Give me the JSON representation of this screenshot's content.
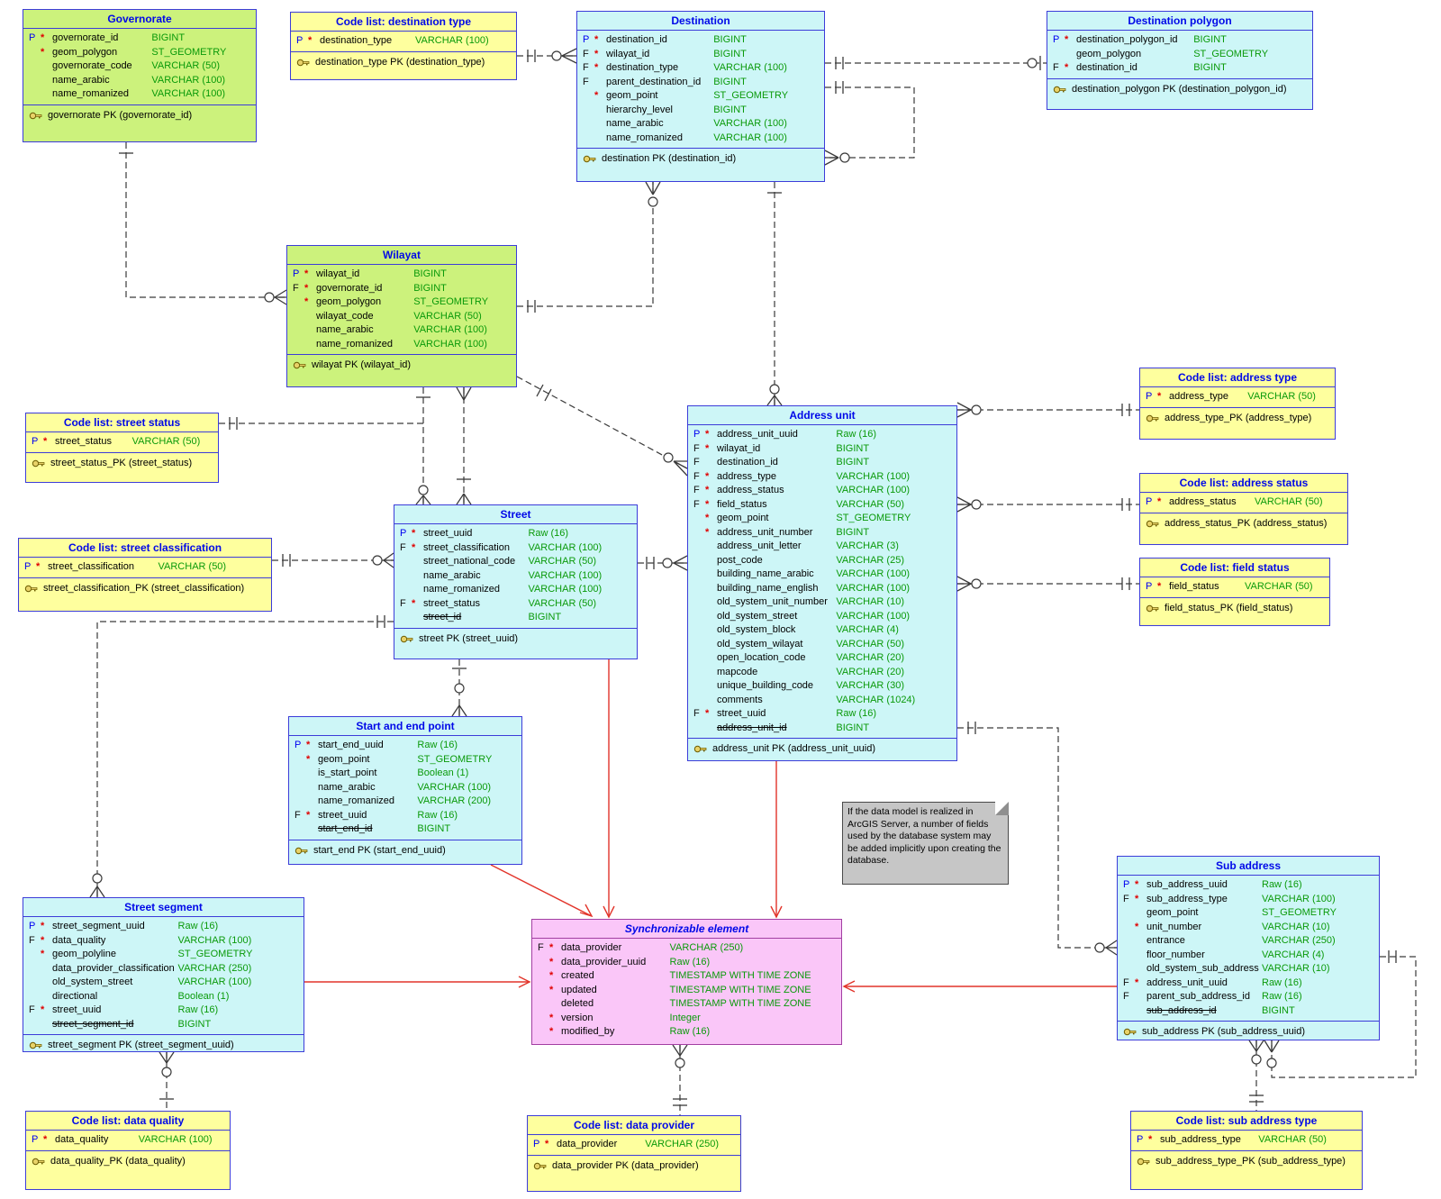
{
  "note": {
    "text": "If the data model is realized in ArcGIS Server, a number of fields used by the database system may be added implicitly upon creating the database."
  },
  "colors": {
    "entity_admin_green": "#ccf27c",
    "entity_address_cyan": "#cdf6f7",
    "code_list_yellow": "#feff9e",
    "abstract_pink": "#fac6f8",
    "border_blue": "#3c3cd9",
    "generalization_red": "#e2342a"
  },
  "tables": {
    "governorate": {
      "title": "Governorate",
      "color": "green",
      "columns": [
        [
          "P",
          "*",
          "governorate_id",
          "BIGINT",
          0
        ],
        [
          "",
          "*",
          "geom_polygon",
          "ST_GEOMETRY",
          0
        ],
        [
          "",
          "",
          "governorate_code",
          "VARCHAR (50)",
          0
        ],
        [
          "",
          "",
          "name_arabic",
          "VARCHAR (100)",
          0
        ],
        [
          "",
          "",
          "name_romanized",
          "VARCHAR (100)",
          0
        ]
      ],
      "pk": "governorate PK (governorate_id)"
    },
    "cl_destination_type": {
      "title": "Code list: destination type",
      "color": "yellow",
      "columns": [
        [
          "P",
          "*",
          "destination_type",
          "VARCHAR (100)",
          0
        ]
      ],
      "pk": "destination_type PK (destination_type)"
    },
    "destination": {
      "title": "Destination",
      "color": "cyan",
      "columns": [
        [
          "P",
          "*",
          "destination_id",
          "BIGINT",
          0
        ],
        [
          "F",
          "*",
          "wilayat_id",
          "BIGINT",
          0
        ],
        [
          "F",
          "*",
          "destination_type",
          "VARCHAR (100)",
          0
        ],
        [
          "F",
          "",
          "parent_destination_id",
          "BIGINT",
          0
        ],
        [
          "",
          "*",
          "geom_point",
          "ST_GEOMETRY",
          0
        ],
        [
          "",
          "",
          "hierarchy_level",
          "BIGINT",
          0
        ],
        [
          "",
          "",
          "name_arabic",
          "VARCHAR (100)",
          0
        ],
        [
          "",
          "",
          "name_romanized",
          "VARCHAR (100)",
          0
        ]
      ],
      "pk": "destination PK (destination_id)"
    },
    "destination_polygon": {
      "title": "Destination polygon",
      "color": "cyan",
      "columns": [
        [
          "P",
          "*",
          "destination_polygon_id",
          "BIGINT",
          0
        ],
        [
          "",
          "",
          "geom_polygon",
          "ST_GEOMETRY",
          0
        ],
        [
          "F",
          "*",
          "destination_id",
          "BIGINT",
          0
        ]
      ],
      "pk": "destination_polygon PK (destination_polygon_id)"
    },
    "wilayat": {
      "title": "Wilayat",
      "color": "green",
      "columns": [
        [
          "P",
          "*",
          "wilayat_id",
          "BIGINT",
          0
        ],
        [
          "F",
          "*",
          "governorate_id",
          "BIGINT",
          0
        ],
        [
          "",
          "*",
          "geom_polygon",
          "ST_GEOMETRY",
          0
        ],
        [
          "",
          "",
          "wilayat_code",
          "VARCHAR (50)",
          0
        ],
        [
          "",
          "",
          "name_arabic",
          "VARCHAR (100)",
          0
        ],
        [
          "",
          "",
          "name_romanized",
          "VARCHAR (100)",
          0
        ]
      ],
      "pk": "wilayat PK (wilayat_id)"
    },
    "cl_street_status": {
      "title": "Code list: street status",
      "color": "yellow",
      "columns": [
        [
          "P",
          "*",
          "street_status",
          "VARCHAR (50)",
          0
        ]
      ],
      "pk": "street_status_PK (street_status)"
    },
    "cl_street_classification": {
      "title": "Code list: street classification",
      "color": "yellow",
      "columns": [
        [
          "P",
          "*",
          "street_classification",
          "VARCHAR (50)",
          0
        ]
      ],
      "pk": "street_classification_PK (street_classification)"
    },
    "street": {
      "title": "Street",
      "color": "cyan",
      "columns": [
        [
          "P",
          "*",
          "street_uuid",
          "Raw (16)",
          0
        ],
        [
          "F",
          "*",
          "street_classification",
          "VARCHAR (100)",
          0
        ],
        [
          "",
          "",
          "street_national_code",
          "VARCHAR (50)",
          0
        ],
        [
          "",
          "",
          "name_arabic",
          "VARCHAR (100)",
          0
        ],
        [
          "",
          "",
          "name_romanized",
          "VARCHAR (100)",
          0
        ],
        [
          "F",
          "*",
          "street_status",
          "VARCHAR (50)",
          0
        ],
        [
          "",
          "",
          "street_id",
          "BIGINT",
          1
        ]
      ],
      "pk": "street PK (street_uuid)"
    },
    "address_unit": {
      "title": "Address unit",
      "color": "cyan",
      "columns": [
        [
          "P",
          "*",
          "address_unit_uuid",
          "Raw (16)",
          0
        ],
        [
          "F",
          "*",
          "wilayat_id",
          "BIGINT",
          0
        ],
        [
          "F",
          "",
          "destination_id",
          "BIGINT",
          0
        ],
        [
          "F",
          "*",
          "address_type",
          "VARCHAR (100)",
          0
        ],
        [
          "F",
          "*",
          "address_status",
          "VARCHAR (100)",
          0
        ],
        [
          "F",
          "*",
          "field_status",
          "VARCHAR (50)",
          0
        ],
        [
          "",
          "*",
          "geom_point",
          "ST_GEOMETRY",
          0
        ],
        [
          "",
          "*",
          "address_unit_number",
          "BIGINT",
          0
        ],
        [
          "",
          "",
          "address_unit_letter",
          "VARCHAR (3)",
          0
        ],
        [
          "",
          "",
          "post_code",
          "VARCHAR (25)",
          0
        ],
        [
          "",
          "",
          "building_name_arabic",
          "VARCHAR (100)",
          0
        ],
        [
          "",
          "",
          "building_name_english",
          "VARCHAR (100)",
          0
        ],
        [
          "",
          "",
          "old_system_unit_number",
          "VARCHAR (10)",
          0
        ],
        [
          "",
          "",
          "old_system_street",
          "VARCHAR (100)",
          0
        ],
        [
          "",
          "",
          "old_system_block",
          "VARCHAR (4)",
          0
        ],
        [
          "",
          "",
          "old_system_wilayat",
          "VARCHAR (50)",
          0
        ],
        [
          "",
          "",
          "open_location_code",
          "VARCHAR (20)",
          0
        ],
        [
          "",
          "",
          "mapcode",
          "VARCHAR (20)",
          0
        ],
        [
          "",
          "",
          "unique_building_code",
          "VARCHAR (30)",
          0
        ],
        [
          "",
          "",
          "comments",
          "VARCHAR (1024)",
          0
        ],
        [
          "F",
          "*",
          "street_uuid",
          "Raw (16)",
          0
        ],
        [
          "",
          "",
          "address_unit_id",
          "BIGINT",
          1
        ]
      ],
      "pk": "address_unit PK (address_unit_uuid)"
    },
    "cl_address_type": {
      "title": "Code list: address type",
      "color": "yellow",
      "columns": [
        [
          "P",
          "*",
          "address_type",
          "VARCHAR (50)",
          0
        ]
      ],
      "pk": "address_type_PK (address_type)"
    },
    "cl_address_status": {
      "title": "Code list: address status",
      "color": "yellow",
      "columns": [
        [
          "P",
          "*",
          "address_status",
          "VARCHAR (50)",
          0
        ]
      ],
      "pk": "address_status_PK (address_status)"
    },
    "cl_field_status": {
      "title": "Code list: field status",
      "color": "yellow",
      "columns": [
        [
          "P",
          "*",
          "field_status",
          "VARCHAR (50)",
          0
        ]
      ],
      "pk": "field_status_PK (field_status)"
    },
    "start_end_point": {
      "title": "Start and end point",
      "color": "cyan",
      "columns": [
        [
          "P",
          "*",
          "start_end_uuid",
          "Raw (16)",
          0
        ],
        [
          "",
          "*",
          "geom_point",
          "ST_GEOMETRY",
          0
        ],
        [
          "",
          "",
          "is_start_point",
          "Boolean (1)",
          0
        ],
        [
          "",
          "",
          "name_arabic",
          "VARCHAR (100)",
          0
        ],
        [
          "",
          "",
          "name_romanized",
          "VARCHAR (200)",
          0
        ],
        [
          "F",
          "*",
          "street_uuid",
          "Raw (16)",
          0
        ],
        [
          "",
          "",
          "start_end_id",
          "BIGINT",
          1
        ]
      ],
      "pk": "start_end PK (start_end_uuid)"
    },
    "street_segment": {
      "title": "Street segment",
      "color": "cyan",
      "columns": [
        [
          "P",
          "*",
          "street_segment_uuid",
          "Raw (16)",
          0
        ],
        [
          "F",
          "*",
          "data_quality",
          "VARCHAR (100)",
          0
        ],
        [
          "",
          "*",
          "geom_polyline",
          "ST_GEOMETRY",
          0
        ],
        [
          "",
          "",
          "data_provider_classification",
          "VARCHAR (250)",
          0
        ],
        [
          "",
          "",
          "old_system_street",
          "VARCHAR (100)",
          0
        ],
        [
          "",
          "",
          "directional",
          "Boolean (1)",
          0
        ],
        [
          "F",
          "*",
          "street_uuid",
          "Raw (16)",
          0
        ],
        [
          "",
          "",
          "street_segment_id",
          "BIGINT",
          1
        ]
      ],
      "pk": "street_segment PK (street_segment_uuid)"
    },
    "sync_element": {
      "title": "Synchronizable element",
      "color": "pink",
      "columns": [
        [
          "F",
          "*",
          "data_provider",
          "VARCHAR (250)",
          0
        ],
        [
          "",
          "*",
          "data_provider_uuid",
          "Raw (16)",
          0
        ],
        [
          "",
          "*",
          "created",
          "TIMESTAMP WITH TIME ZONE",
          0
        ],
        [
          "",
          "*",
          "updated",
          "TIMESTAMP WITH TIME ZONE",
          0
        ],
        [
          "",
          "",
          "deleted",
          "TIMESTAMP WITH TIME ZONE",
          0
        ],
        [
          "",
          "*",
          "version",
          "Integer",
          0
        ],
        [
          "",
          "*",
          "modified_by",
          "Raw (16)",
          0
        ]
      ],
      "pk": ""
    },
    "sub_address": {
      "title": "Sub address",
      "color": "cyan",
      "columns": [
        [
          "P",
          "*",
          "sub_address_uuid",
          "Raw (16)",
          0
        ],
        [
          "F",
          "*",
          "sub_address_type",
          "VARCHAR (100)",
          0
        ],
        [
          "",
          "",
          "geom_point",
          "ST_GEOMETRY",
          0
        ],
        [
          "",
          "*",
          "unit_number",
          "VARCHAR (10)",
          0
        ],
        [
          "",
          "",
          "entrance",
          "VARCHAR (250)",
          0
        ],
        [
          "",
          "",
          "floor_number",
          "VARCHAR (4)",
          0
        ],
        [
          "",
          "",
          "old_system_sub_address",
          "VARCHAR (10)",
          0
        ],
        [
          "F",
          "*",
          "address_unit_uuid",
          "Raw (16)",
          0
        ],
        [
          "F",
          "",
          "parent_sub_address_id",
          "Raw (16)",
          0
        ],
        [
          "",
          "",
          "sub_address_id",
          "BIGINT",
          1
        ]
      ],
      "pk": "sub_address PK (sub_address_uuid)"
    },
    "cl_data_quality": {
      "title": "Code list: data quality",
      "color": "yellow",
      "columns": [
        [
          "P",
          "*",
          "data_quality",
          "VARCHAR (100)",
          0
        ]
      ],
      "pk": "data_quality_PK (data_quality)"
    },
    "cl_data_provider": {
      "title": "Code list: data provider",
      "color": "yellow",
      "columns": [
        [
          "P",
          "*",
          "data_provider",
          "VARCHAR (250)",
          0
        ]
      ],
      "pk": "data_provider PK (data_provider)"
    },
    "cl_sub_address_type": {
      "title": "Code list: sub address type",
      "color": "yellow",
      "columns": [
        [
          "P",
          "*",
          "sub_address_type",
          "VARCHAR (50)",
          0
        ]
      ],
      "pk": "sub_address_type_PK (sub_address_type)"
    }
  }
}
